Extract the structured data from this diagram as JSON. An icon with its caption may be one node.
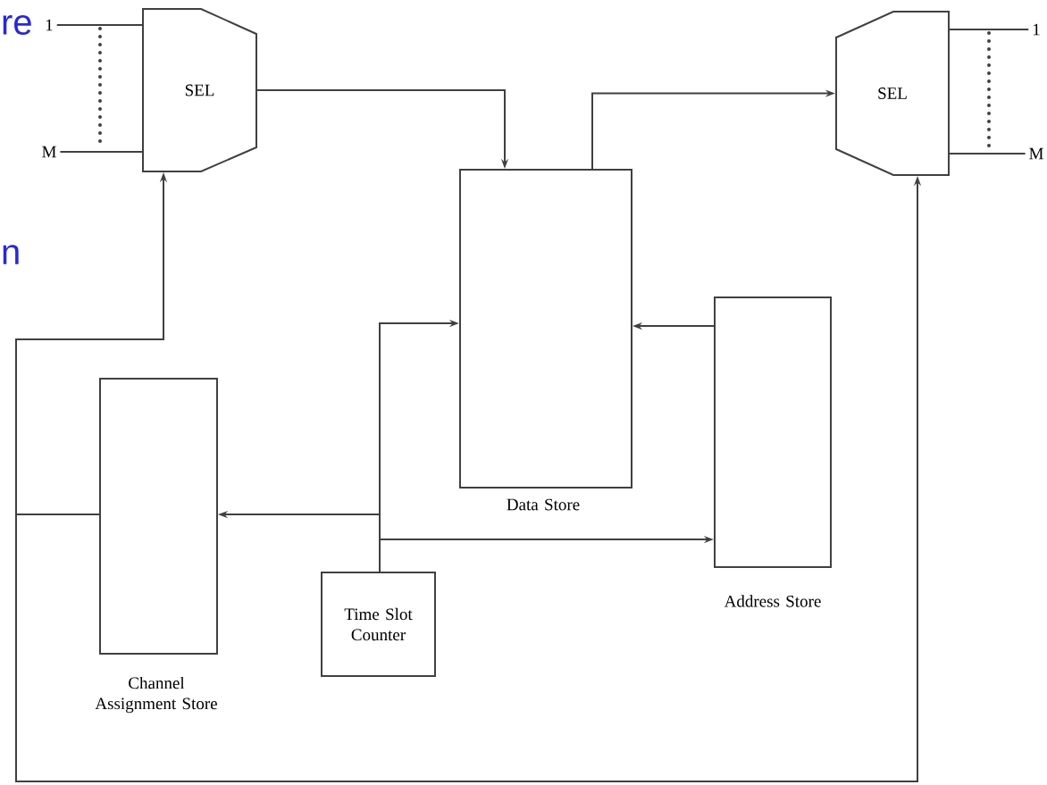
{
  "diagram": {
    "nodes": [
      {
        "text": [
          "SEL"
        ]
      },
      {
        "text": [
          "SEL"
        ]
      },
      {
        "text": [
          "Data Store"
        ]
      },
      {
        "text": [
          "Address Store"
        ]
      },
      {
        "text": [
          "Channel Assignment Store"
        ]
      },
      {
        "text": [
          "Time Slot Counter"
        ]
      },
      {
        "text": [
          "1"
        ]
      },
      {
        "text": [
          "M"
        ]
      },
      {
        "text": [
          "1"
        ]
      },
      {
        "text": [
          "M"
        ]
      }
    ],
    "edges": [
      {
        "from": 0,
        "to": 2,
        "arrow": "to"
      },
      {
        "from": 2,
        "to": 1,
        "arrow": "to"
      },
      {
        "from": 5,
        "to": 2,
        "arrow": "to"
      },
      {
        "from": 3,
        "to": 2,
        "arrow": "to"
      },
      {
        "from": 5,
        "to": 4,
        "arrow": "to"
      },
      {
        "from": 5,
        "to": 3,
        "arrow": "to"
      },
      {
        "from": 4,
        "to": 0,
        "arrow": "to"
      },
      {
        "from": 4,
        "to": 1,
        "arrow": "to"
      },
      {
        "from": 6,
        "to": 0,
        "arrow": "none"
      },
      {
        "from": 7,
        "to": 0,
        "arrow": "none"
      },
      {
        "from": 1,
        "to": 8,
        "arrow": "none"
      },
      {
        "from": 1,
        "to": 9,
        "arrow": "none"
      }
    ],
    "labels": [
      "re",
      "n"
    ]
  }
}
